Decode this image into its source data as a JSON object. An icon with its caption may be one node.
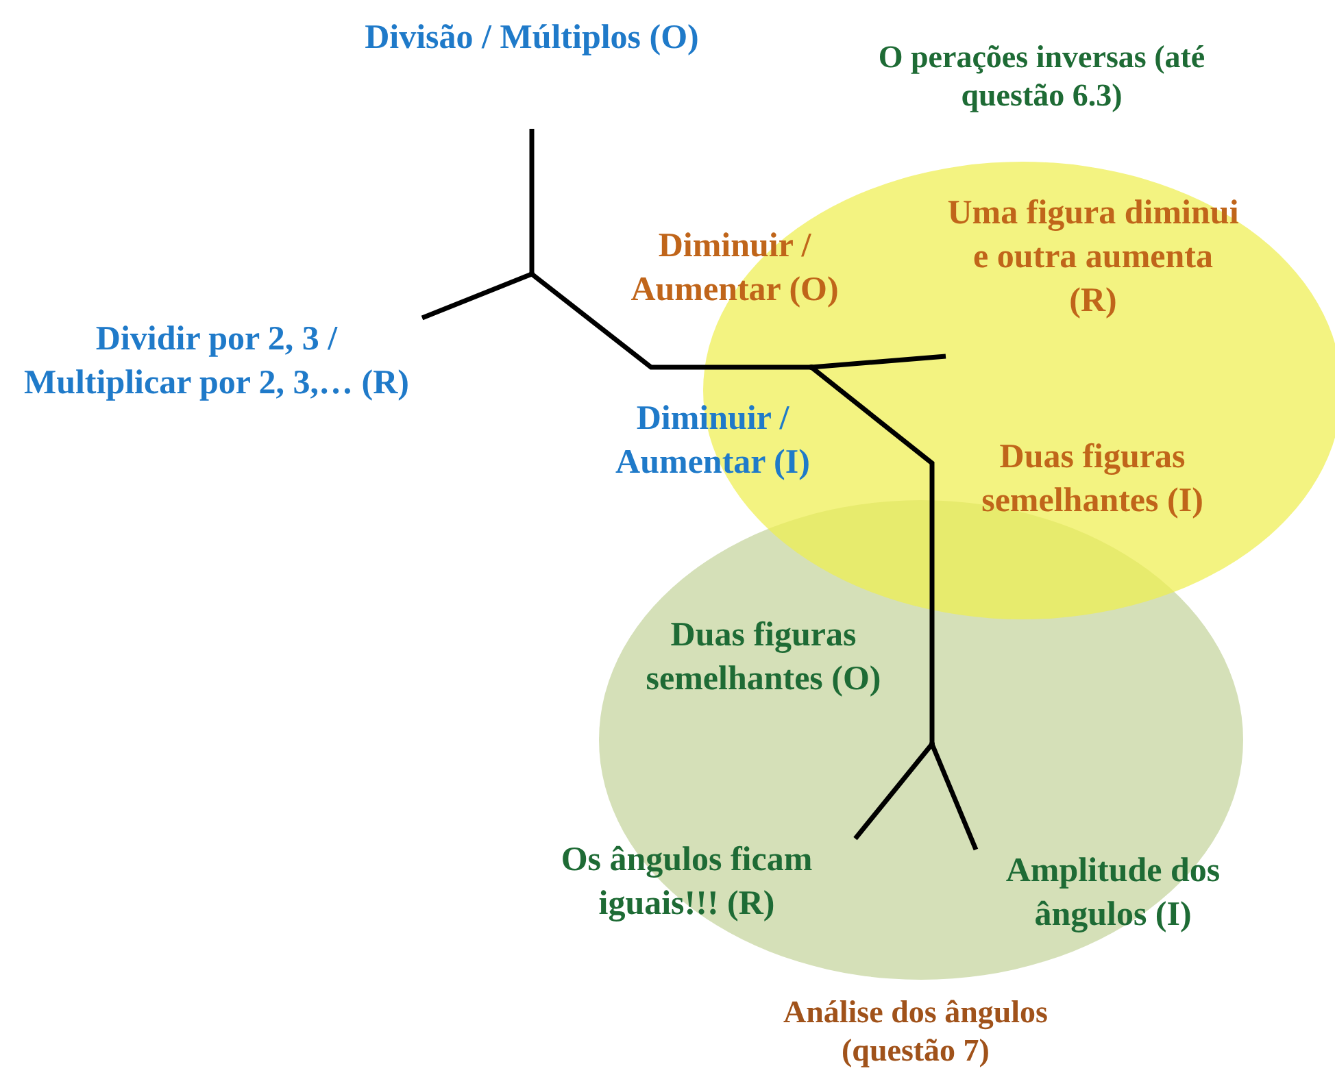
{
  "diagram": {
    "nodes": [
      {
        "text": [
          "O perações inversas (até questão 6.3)"
        ]
      },
      {
        "text": [
          "Análise dos ângulos (questão 7)"
        ]
      },
      {
        "text": [
          "Divisão / Múltiplos (O)"
        ]
      },
      {
        "text": [
          "Dividir por 2, 3 / Multiplicar por 2, 3,… (R)"
        ]
      },
      {
        "text": [
          "Uma figura diminui e outra aumenta (R)"
        ],
        "in": 0
      },
      {
        "text": [
          "Os ângulos ficam iguais!!! (R)"
        ]
      },
      {
        "text": [
          "Amplitude dos ângulos (I)"
        ],
        "in": 1
      },
      {
        "text": [],
        "shape": "point"
      },
      {
        "text": [],
        "shape": "point",
        "in": 0
      },
      {
        "text": [],
        "shape": "point",
        "in": 1
      }
    ],
    "edges": [
      {
        "from": 2,
        "to": 7,
        "arrow": "none"
      },
      {
        "from": 7,
        "to": 3,
        "arrow": "none"
      },
      {
        "from": 7,
        "to": 8,
        "arrow": "none"
      },
      {
        "from": 8,
        "to": 4,
        "arrow": "none"
      },
      {
        "from": 8,
        "to": 9,
        "arrow": "none"
      },
      {
        "from": 9,
        "to": 5,
        "arrow": "none"
      },
      {
        "from": 9,
        "to": 6,
        "arrow": "none"
      }
    ],
    "labels": [
      "Diminuir / Aumentar (O)",
      "Diminuir / Aumentar (I)",
      "Duas figuras semelhantes (I)",
      "Duas figuras semelhantes (O)"
    ]
  }
}
